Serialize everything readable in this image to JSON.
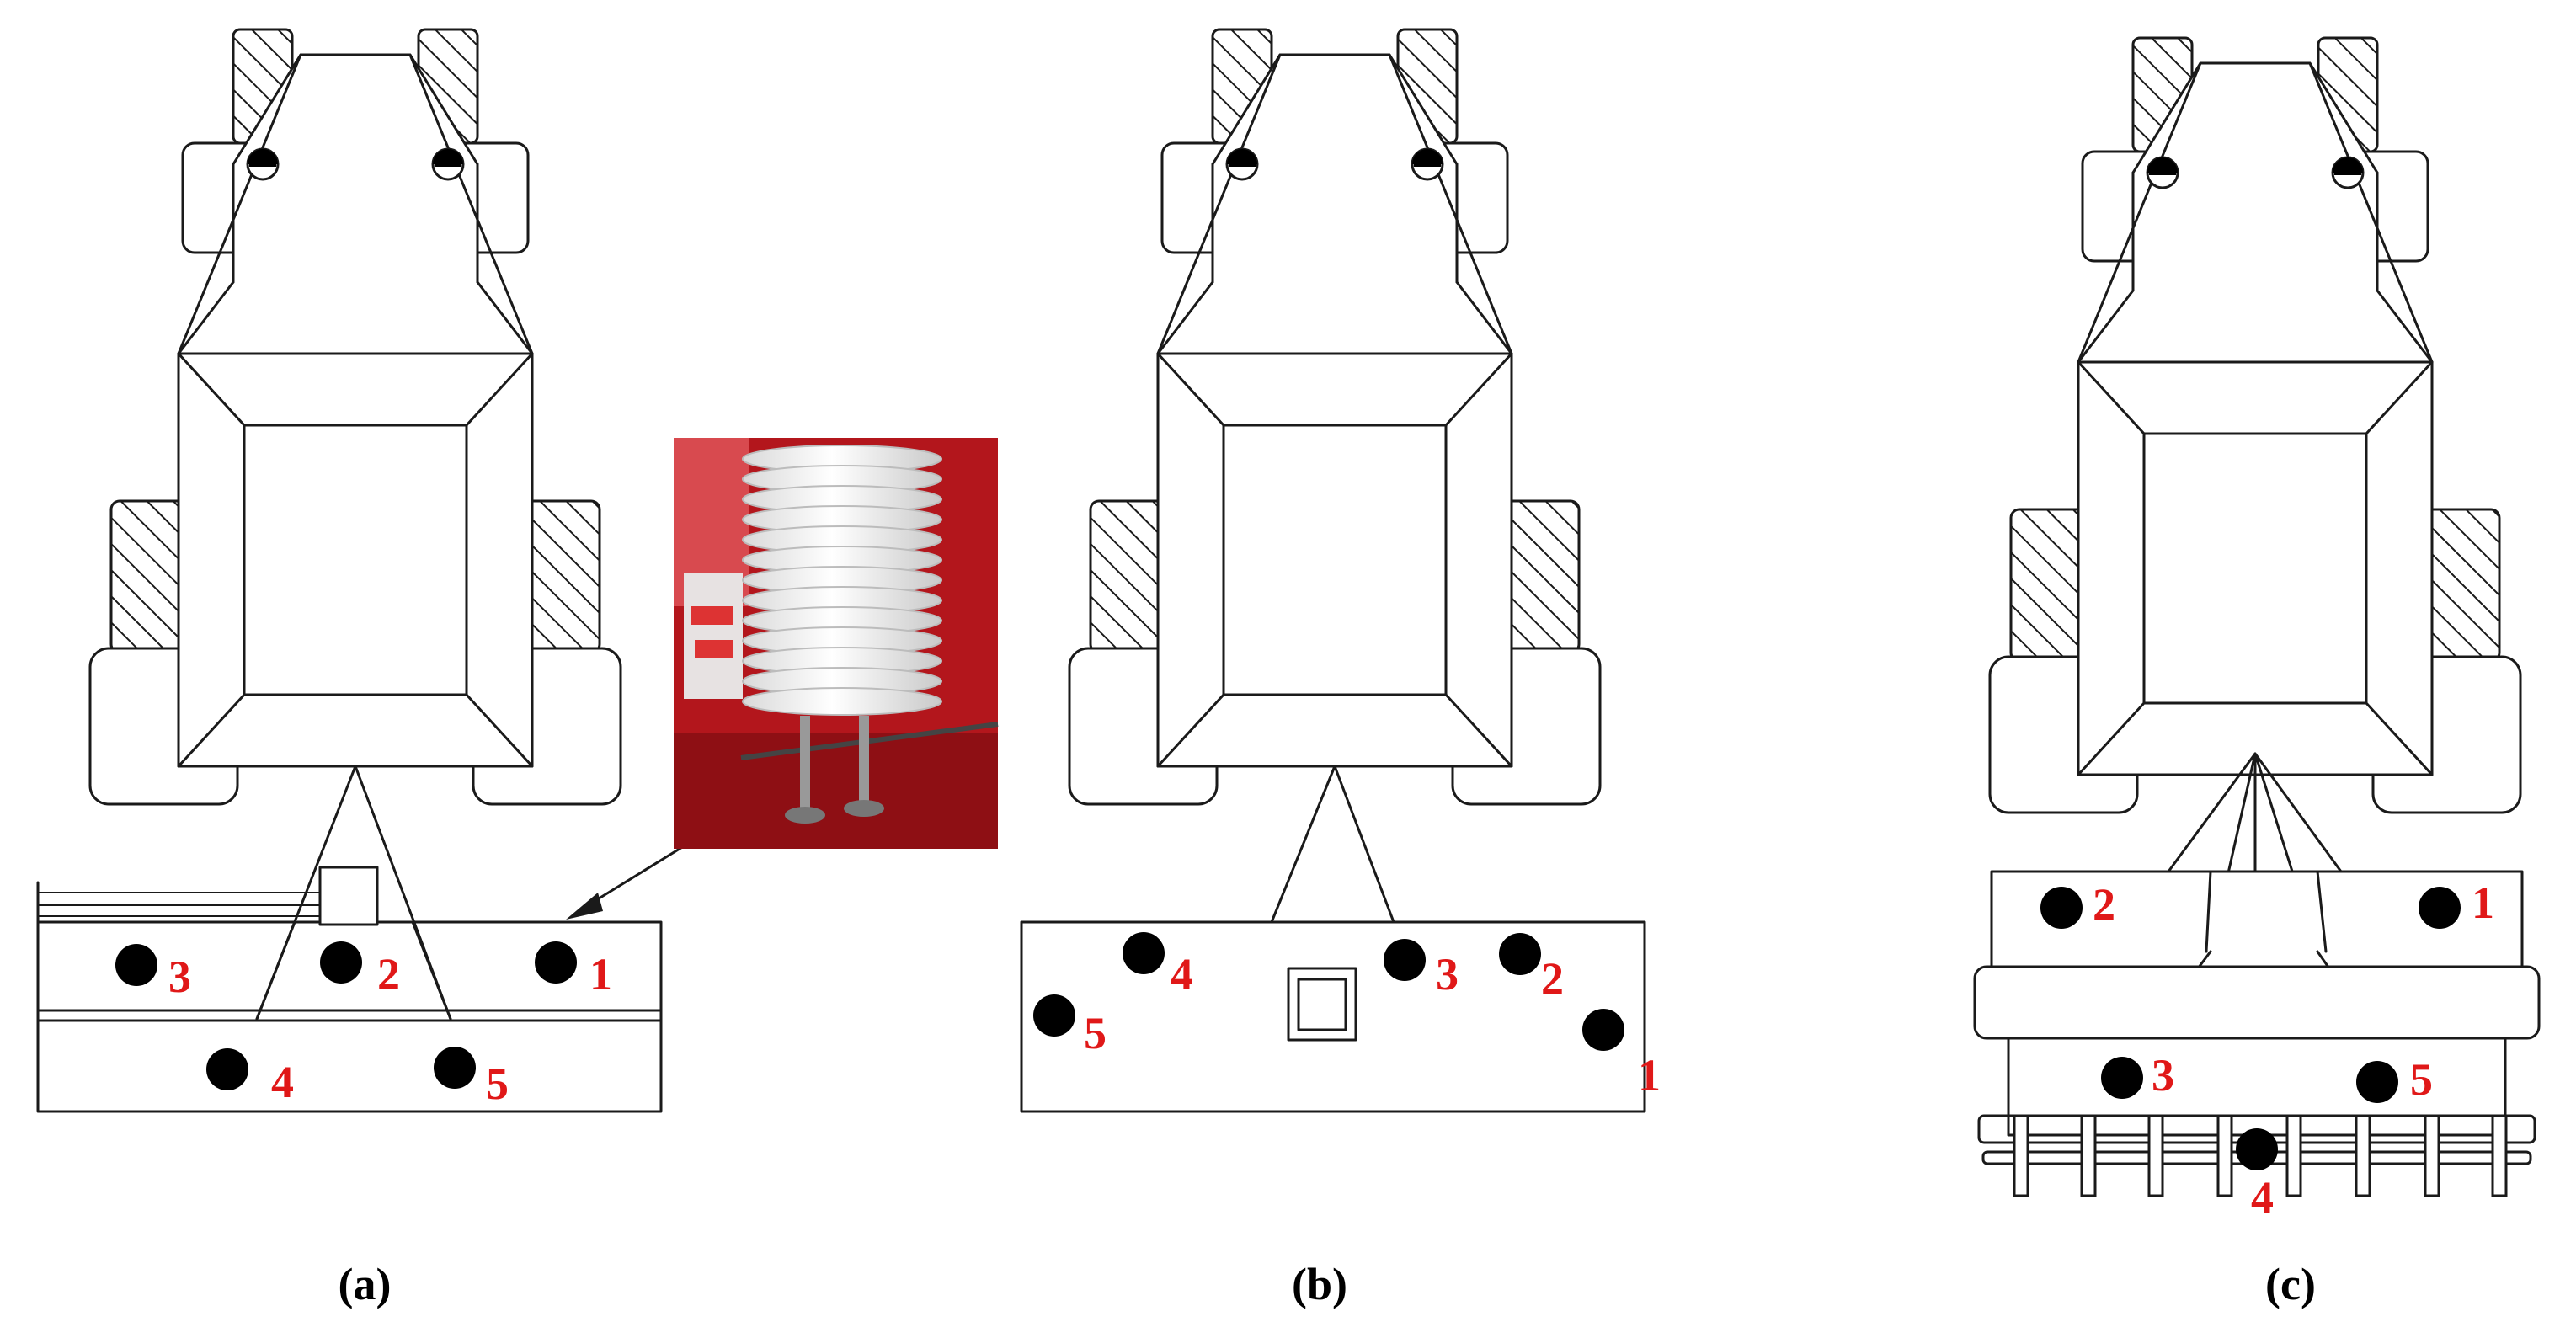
{
  "colors": {
    "line": "#1a1a1a",
    "sensor_dot": "#000000",
    "sensor_label": "#e01818",
    "photo_frame": "#b3161c"
  },
  "icons": {
    "sensor": "black-dot-sensor-icon",
    "photo": "radiation-shield-photo",
    "light_unit": "half-filled-circle-icon"
  },
  "panels": [
    {
      "caption": "(a)",
      "sensors": [
        {
          "label": "1"
        },
        {
          "label": "2"
        },
        {
          "label": "3"
        },
        {
          "label": "4"
        },
        {
          "label": "5"
        }
      ]
    },
    {
      "caption": "(b)",
      "sensors": [
        {
          "label": "1"
        },
        {
          "label": "2"
        },
        {
          "label": "3"
        },
        {
          "label": "4"
        },
        {
          "label": "5"
        }
      ]
    },
    {
      "caption": "(c)",
      "sensors": [
        {
          "label": "1"
        },
        {
          "label": "2"
        },
        {
          "label": "3"
        },
        {
          "label": "4"
        },
        {
          "label": "5"
        }
      ]
    }
  ]
}
